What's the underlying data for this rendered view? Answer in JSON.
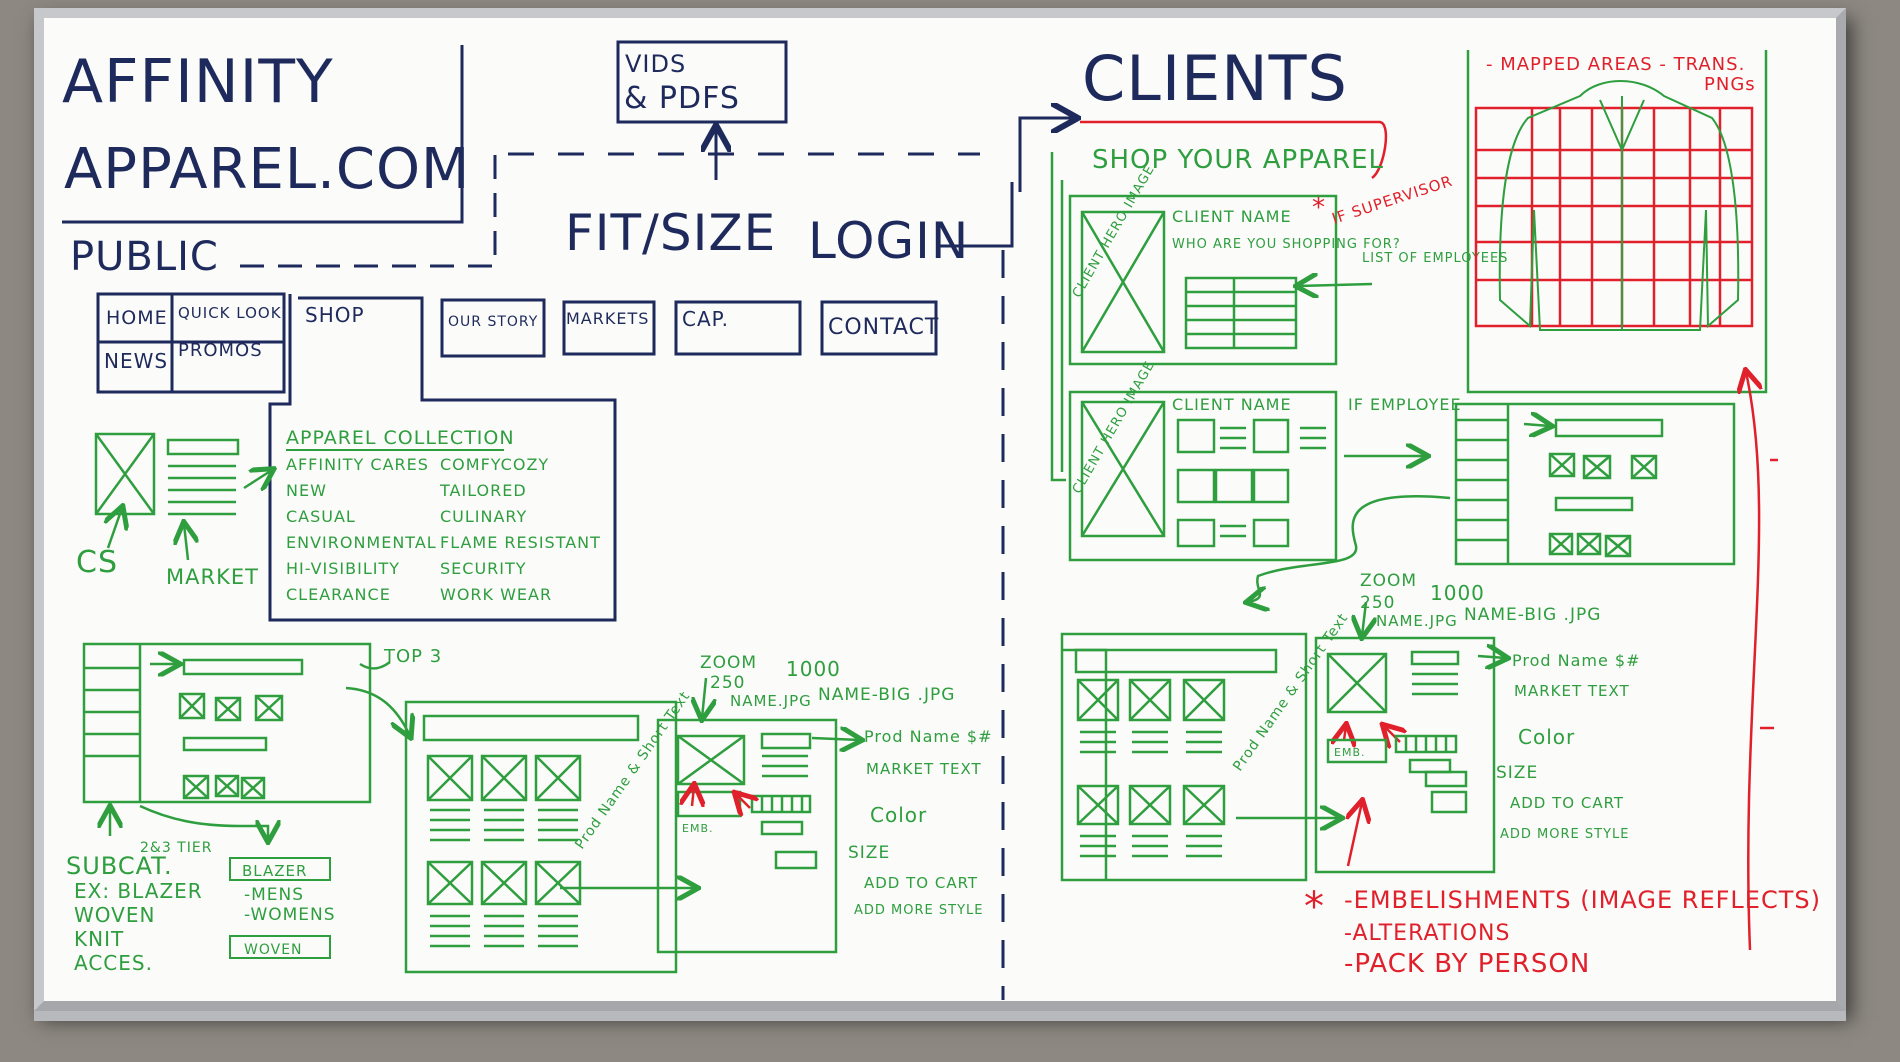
{
  "colors": {
    "blue": "#1e2a5c",
    "green": "#2e9e3e",
    "red": "#e0202a",
    "board": "#fbfbfa"
  },
  "title": {
    "line1": "AFFINITY",
    "line2": "APPAREL.COM"
  },
  "flow": {
    "vids": "VIDS\n& PDFS",
    "fit": "FIT/SIZE",
    "login": "LOGIN",
    "public": "PUBLIC",
    "clients": "CLIENTS"
  },
  "nav": {
    "home": "HOME",
    "quick_look": "QUICK LOOK",
    "news": "NEWS",
    "promos": "PROMOS",
    "shop": "SHOP",
    "our_story": "OUR STORY",
    "markets": "MARKETS",
    "cap": "CAP.",
    "contact": "CONTACT"
  },
  "collection": {
    "title": "APPAREL COLLECTION",
    "left": [
      "AFFINITY CARES",
      "NEW",
      "CASUAL",
      "ENVIRONMENTAL",
      "HI-VISIBILITY",
      "CLEARANCE"
    ],
    "right": [
      "COMFYCOZY",
      "TAILORED",
      "CULINARY",
      "FLAME RESISTANT",
      "SECURITY",
      "WORK WEAR"
    ]
  },
  "public_notes": {
    "cs": "CS",
    "market": "MARKET",
    "top3": "TOP 3",
    "subcat": "SUBCAT.",
    "tier": "2&3 TIER",
    "examples": [
      "EX: BLAZER",
      "WOVEN",
      "KNIT",
      "ACCES."
    ],
    "blazer": "BLAZER",
    "mens": "-MENS",
    "womens": "-WOMENS",
    "woven": "WOVEN",
    "prod_short": "Prod Name & Short Text",
    "zoom": "ZOOM",
    "z250": "250",
    "z1000": "1000",
    "name_jpg": "NAME.JPG",
    "name_big": "NAME-BIG .JPG",
    "emb": "EMB.",
    "detail_labels": [
      "Prod Name $#",
      "MARKET TEXT",
      "Color",
      "SIZE",
      "ADD TO CART",
      "ADD MORE STYLE"
    ]
  },
  "clients": {
    "shop_your_apparel": "SHOP YOUR APPAREL",
    "client_name": "CLIENT NAME",
    "who_are_you": "WHO ARE YOU SHOPPING FOR?",
    "hero": "CLIENT HERO IMAGE",
    "list_of_employees": "LIST OF EMPLOYEES",
    "if_supervisor": "IF SUPERVISOR",
    "if_employee": "IF EMPLOYEE",
    "mapped": "- MAPPED AREAS - TRANS. PNGs",
    "notes": [
      "-EMBELISHMENTS (IMAGE REFLECTS)",
      "-ALTERATIONS",
      "-PACK BY PERSON"
    ]
  }
}
